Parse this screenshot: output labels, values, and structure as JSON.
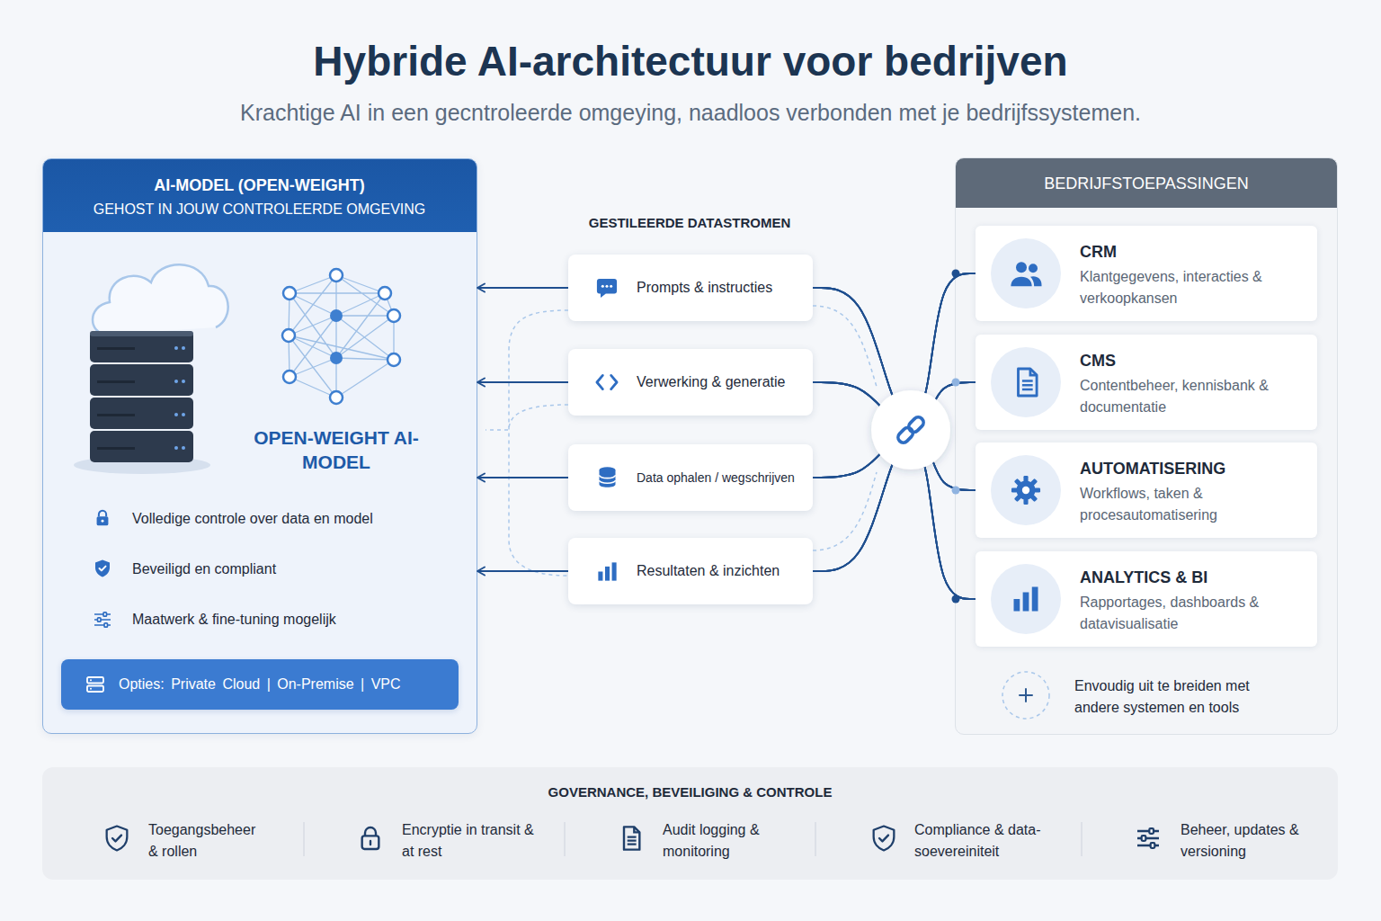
{
  "diagram": {
    "title": "Hybride AI-architectuur voor bedrijven",
    "nodes": [
      {
        "text": [
          "AI-MODEL (OPEN-WEIGHT)",
          "GEHOST IN JOUW CONTROLEERDE OMGEVING",
          "OPEN-WEIGHT AI-MODEL",
          "Volledige controle over data en model",
          "Beveiligd en compliant",
          "Maatwerk & fine-tuning mogelijk"
        ]
      },
      {
        "text": [
          "Opties: Private Cloud | On-Premise | VPC"
        ],
        "in": 0
      },
      {
        "text": [
          "Prompts & instructies"
        ]
      },
      {
        "text": [
          "Verwerking & generatie"
        ]
      },
      {
        "text": [
          "Data ophalen / wegschrijven"
        ]
      },
      {
        "text": [
          "Resultaten & inzichten"
        ]
      },
      {
        "text": [
          "BEDRIJFSTOEPASSINGEN",
          "Envoudig uit te breiden met andere systemen en tools"
        ]
      },
      {
        "text": [
          "CRM",
          "Klantgegevens, interacties & verkoopkansen"
        ],
        "in": 6
      },
      {
        "text": [
          "CMS",
          "Contentbeheer, kennisbank & documentatie"
        ],
        "in": 6
      },
      {
        "text": [
          "AUTOMATISERING",
          "Workflows, taken & procesautomatisering"
        ],
        "in": 6
      },
      {
        "text": [
          "ANALYTICS & BI",
          "Rapportages, dashboards & datavisualisatie"
        ],
        "in": 6
      },
      {
        "text": [
          "GOVERNANCE, BEVEILIGING & CONTROLE",
          "Toegangsbeheer & rollen",
          "Encryptie in transit & at rest",
          "Audit logging & monitoring",
          "Compliance & data- soevereiniteit",
          "Beheer, updates & versioning"
        ]
      }
    ],
    "edges": [
      {
        "from": 2,
        "to": 0,
        "arrow": "to"
      },
      {
        "from": 3,
        "to": 0,
        "arrow": "to"
      },
      {
        "from": 4,
        "to": 0,
        "arrow": "to"
      },
      {
        "from": 5,
        "to": 0,
        "arrow": "to"
      },
      {
        "from": 2,
        "to": 7,
        "arrow": "none"
      },
      {
        "from": 2,
        "to": 8,
        "arrow": "none"
      },
      {
        "from": 2,
        "to": 9,
        "arrow": "none"
      },
      {
        "from": 2,
        "to": 10,
        "arrow": "none"
      },
      {
        "from": 3,
        "to": 7,
        "arrow": "none"
      },
      {
        "from": 3,
        "to": 8,
        "arrow": "none"
      },
      {
        "from": 3,
        "to": 9,
        "arrow": "none"
      },
      {
        "from": 3,
        "to": 10,
        "arrow": "none"
      },
      {
        "from": 4,
        "to": 7,
        "arrow": "none"
      },
      {
        "from": 4,
        "to": 8,
        "arrow": "none"
      },
      {
        "from": 4,
        "to": 9,
        "arrow": "none"
      },
      {
        "from": 4,
        "to": 10,
        "arrow": "none"
      },
      {
        "from": 5,
        "to": 7,
        "arrow": "none"
      },
      {
        "from": 5,
        "to": 8,
        "arrow": "none"
      },
      {
        "from": 5,
        "to": 9,
        "arrow": "none"
      },
      {
        "from": 5,
        "to": 10,
        "arrow": "none"
      }
    ],
    "labels": [
      "Krachtige AI in een gecntroleerde omgeying, naadloos verbonden met je bedrijfssystemen.",
      "GESTILEERDE DATASTROMEN"
    ]
  }
}
